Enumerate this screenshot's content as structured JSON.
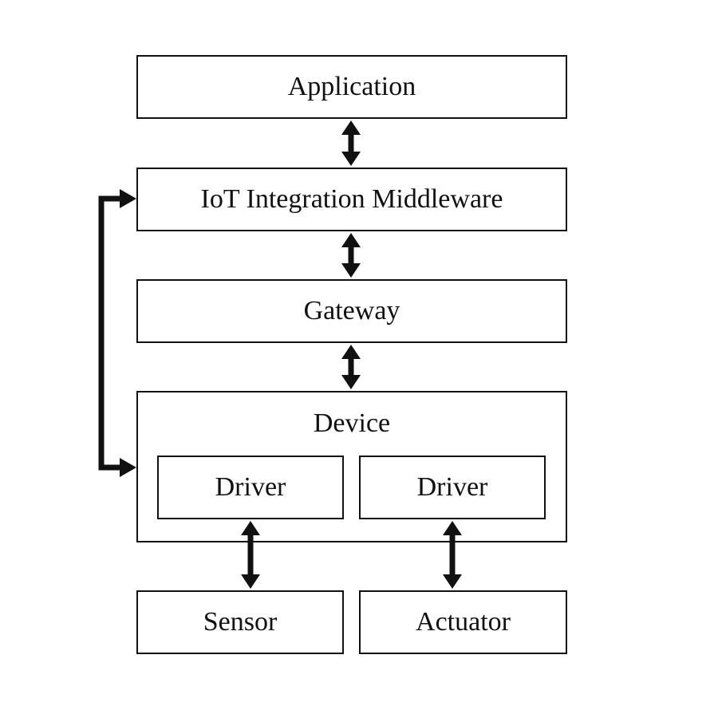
{
  "diagram": {
    "application": "Application",
    "middleware": "IoT Integration Middleware",
    "gateway": "Gateway",
    "device": "Device",
    "driver_left": "Driver",
    "driver_right": "Driver",
    "sensor": "Sensor",
    "actuator": "Actuator"
  },
  "colors": {
    "stroke": "#111111",
    "background": "#ffffff"
  }
}
